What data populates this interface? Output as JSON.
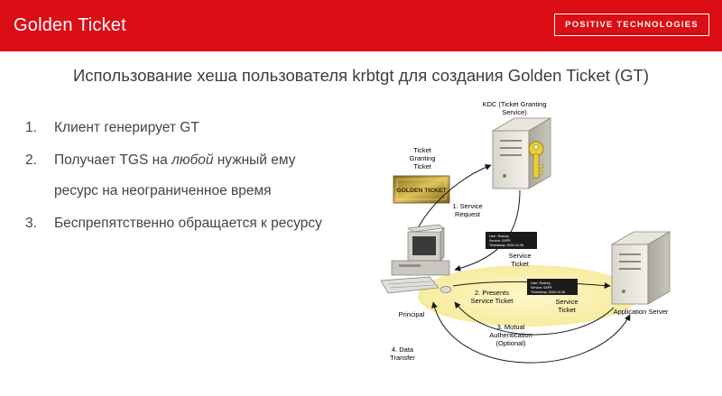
{
  "header": {
    "title": "Golden Ticket",
    "brand": "Positive Technologies",
    "accent_color": "#db0d15"
  },
  "subtitle": "Использование хеша пользователя krbtgt для создания Golden Ticket (GT)",
  "steps": [
    {
      "num": "1.",
      "text": "Клиент генерирует GT"
    },
    {
      "num": "2.",
      "before": "Получает TGS на ",
      "emph": "любой",
      "after": " нужный ему ресурс на неограниченное время"
    },
    {
      "num": "3.",
      "text": "Беспрепятственно обращается к ресурсу"
    }
  ],
  "diagram": {
    "kdc_label_1": "KDC (Ticket Granting",
    "kdc_label_2": "Service)",
    "tgt_label_1": "Ticket",
    "tgt_label_2": "Granting",
    "tgt_label_3": "Ticket",
    "golden_ticket_text": "GOLDEN TICKET",
    "service_request_1": "1. Service",
    "service_request_2": "Request",
    "service_ticket_1a": "Service",
    "service_ticket_1b": "Ticket",
    "ticket_small_1": "User: Rodney",
    "ticket_small_2": "Service: SAPR",
    "ticket_small_3": "Timestamp: 2000-10-08",
    "presents_1": "2. Presents",
    "presents_2": "Service Ticket",
    "service_ticket_2a": "Service",
    "service_ticket_2b": "Ticket",
    "principal": "Principal",
    "app_server": "Application Server",
    "mutual_1": "3. Mutual",
    "mutual_2": "Authentication",
    "mutual_3": "(Optional)",
    "data_transfer_1": "4. Data",
    "data_transfer_2": "Transfer"
  },
  "icons": [
    "server-icon",
    "key-icon",
    "computer-icon",
    "golden-ticket-icon",
    "service-ticket-icon"
  ]
}
